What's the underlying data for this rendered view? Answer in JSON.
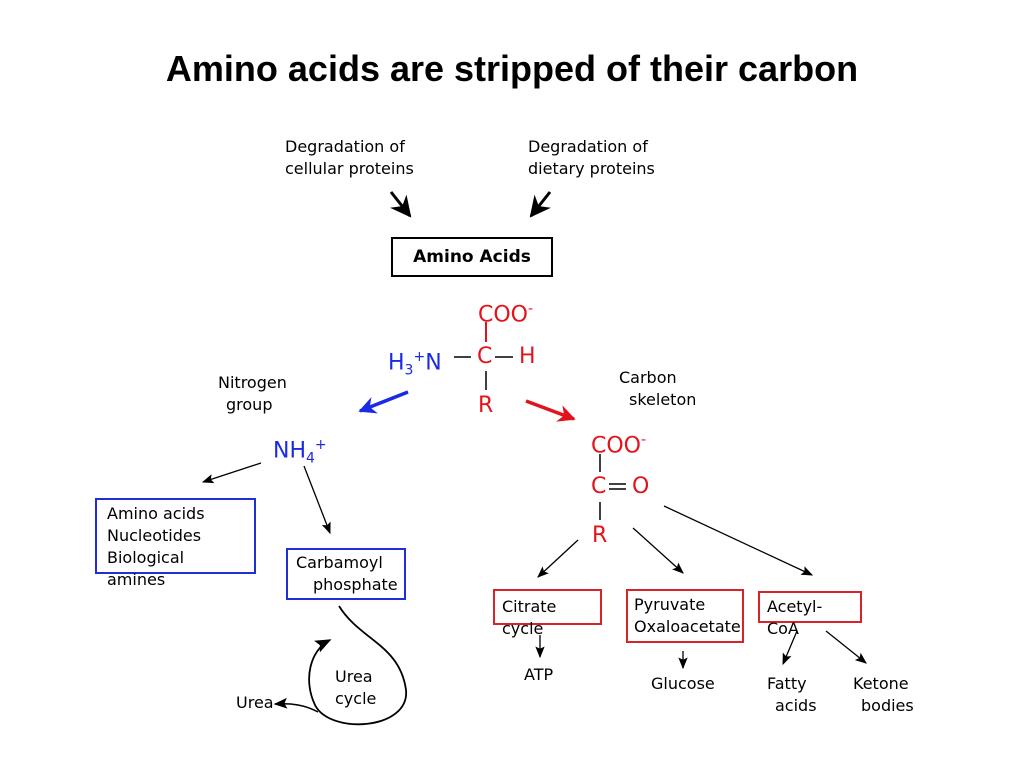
{
  "title": "Amino acids are stripped of their carbon",
  "labels": {
    "deg_cellular": [
      "Degradation of",
      "cellular proteins"
    ],
    "deg_dietary": [
      "Degradation of",
      "dietary proteins"
    ],
    "amino_acids_box": "Amino Acids",
    "nitrogen_group": [
      "Nitrogen",
      "group"
    ],
    "carbon_skeleton": [
      "Carbon",
      "skeleton"
    ],
    "blue_box": [
      "Amino acids",
      "Nucleotides",
      "Biological amines"
    ],
    "carbamoyl": [
      "Carbamoyl",
      "phosphate"
    ],
    "urea_cycle": [
      "Urea",
      "cycle"
    ],
    "urea": "Urea",
    "citrate_cycle": "Citrate cycle",
    "atp": "ATP",
    "pyruvate_box": [
      "Pyruvate",
      "Oxaloacetate"
    ],
    "glucose": "Glucose",
    "acetyl_coa": "Acetyl-CoA",
    "fatty_acids": [
      "Fatty",
      "acids"
    ],
    "ketone_bodies": [
      "Ketone",
      "bodies"
    ]
  },
  "chem": {
    "coo": "COO",
    "minus": "-",
    "h3": "H",
    "sub3": "3",
    "plus": "+",
    "n": "N",
    "dash": "–",
    "c": "C",
    "h": "H",
    "r": "R",
    "nh": "NH",
    "sub4": "4",
    "o": "O"
  },
  "colors": {
    "red": "#e3131b",
    "blue": "#1a2ae6",
    "red_box": "#d8232a",
    "blue_box": "#1f2fd6"
  }
}
